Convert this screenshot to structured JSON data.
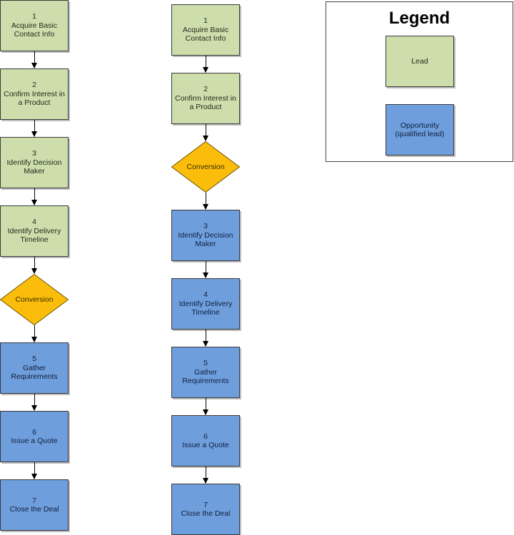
{
  "colors": {
    "lead": "#cdddac",
    "opportunity": "#6f9edc",
    "conversion": "#fbbd0b"
  },
  "left_flow": {
    "steps": [
      {
        "label": "1\nAcquire Basic\nContact Info",
        "type": "lead"
      },
      {
        "label": "2\nConfirm Interest in\na Product",
        "type": "lead"
      },
      {
        "label": "3\nIdentify Decision\nMaker",
        "type": "lead"
      },
      {
        "label": "4\nIdentify Delivery\nTimeline",
        "type": "lead"
      },
      {
        "label": "Conversion",
        "type": "conversion"
      },
      {
        "label": "5\nGather\nRequirements",
        "type": "opportunity"
      },
      {
        "label": "6\nIssue a Quote",
        "type": "opportunity"
      },
      {
        "label": "7\nClose the Deal",
        "type": "opportunity"
      }
    ]
  },
  "right_flow": {
    "steps": [
      {
        "label": "1\nAcquire Basic\nContact Info",
        "type": "lead"
      },
      {
        "label": "2\nConfirm Interest in\na Product",
        "type": "lead"
      },
      {
        "label": "Conversion",
        "type": "conversion"
      },
      {
        "label": "3\nIdentify Decision\nMaker",
        "type": "opportunity"
      },
      {
        "label": "4\nIdentify Delivery\nTimeline",
        "type": "opportunity"
      },
      {
        "label": "5\nGather\nRequirements",
        "type": "opportunity"
      },
      {
        "label": "6\nIssue a Quote",
        "type": "opportunity"
      },
      {
        "label": "7\nClose the Deal",
        "type": "opportunity"
      }
    ]
  },
  "legend": {
    "title": "Legend",
    "items": [
      {
        "label": "Lead",
        "type": "lead"
      },
      {
        "label": "Opportunity\n(qualified lead)",
        "type": "opportunity"
      }
    ]
  }
}
